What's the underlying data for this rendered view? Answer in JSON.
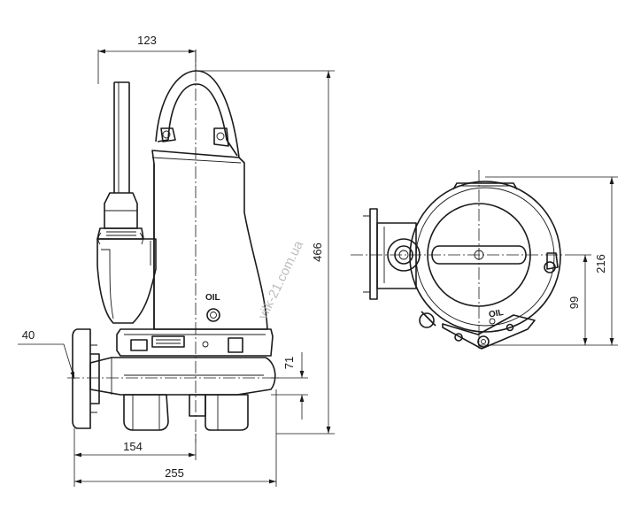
{
  "dimensions": {
    "handle_offset": "123",
    "total_height": "466",
    "outlet_height": "71",
    "flange_to_center": "154",
    "overall_width": "255",
    "flange_thickness": "40",
    "plan_height": "216",
    "plan_offset": "99"
  },
  "labels": {
    "oil_side": "OIL",
    "oil_plan": "OIL"
  },
  "watermark": "vilk-21.com.ua"
}
